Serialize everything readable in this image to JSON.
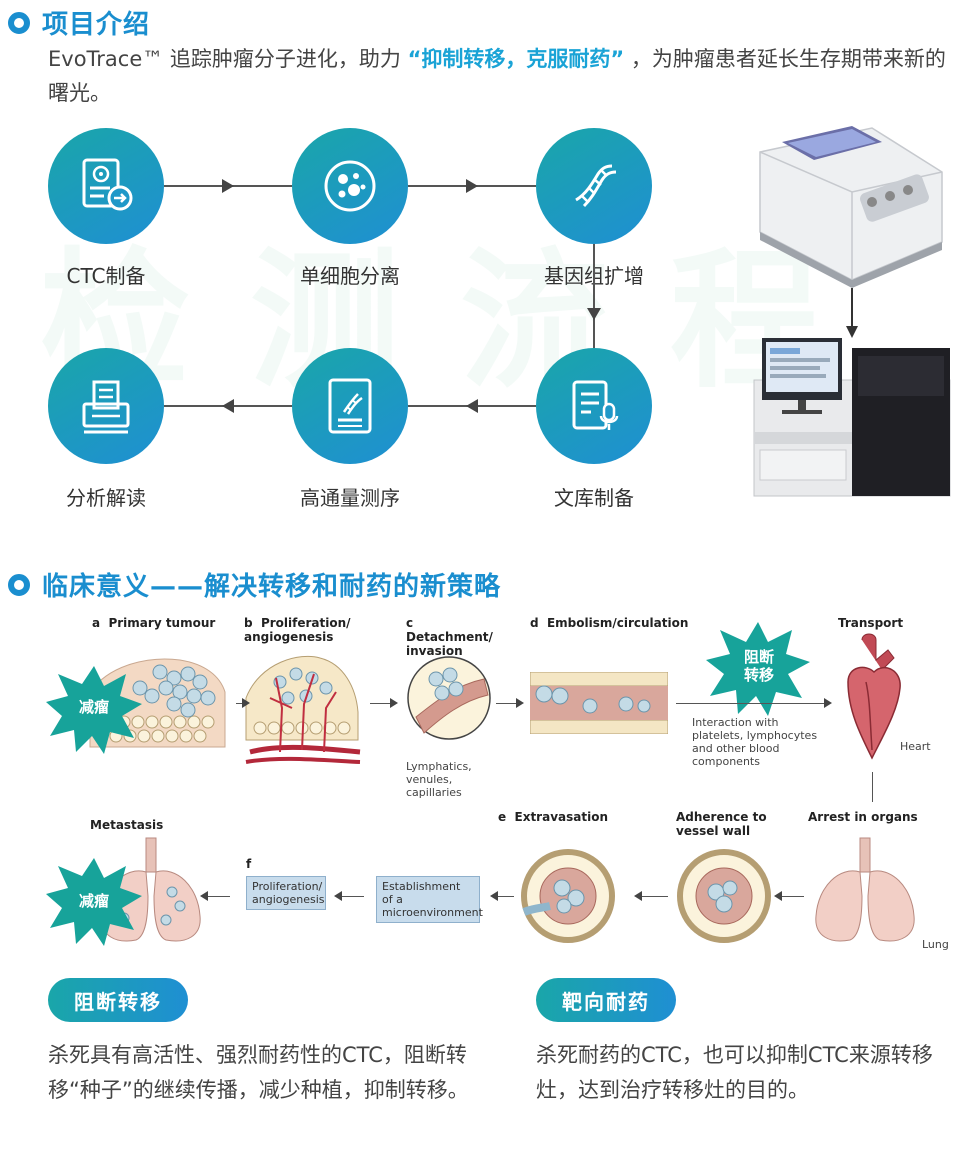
{
  "section1": {
    "title": "项目介绍",
    "intro_before": "EvoTrace™ 追踪肿瘤分子进化，助力",
    "intro_highlight": "“抑制转移，克服耐药”",
    "intro_after": "，为肿瘤患者延长生存期带来新的曙光。",
    "watermark": "检测流程",
    "steps": [
      "CTC制备",
      "单细胞分离",
      "基因组扩增",
      "文库制备",
      "高通量测序",
      "分析解读"
    ]
  },
  "section2": {
    "title": "临床意义——解决转移和耐药的新策略",
    "diagram": {
      "a": "a",
      "a_label": "Primary tumour",
      "b": "b",
      "b_label": "Proliferation/ angiogenesis",
      "c": "c",
      "c_label": "Detachment/ invasion",
      "c_note": "Lymphatics, venules, capillaries",
      "d": "d",
      "d_label": "Embolism/circulation",
      "d_note": "Interaction with platelets, lymphocytes and other blood components",
      "transport": "Transport",
      "heart": "Heart",
      "arrest": "Arrest in organs",
      "lung": "Lung",
      "adherence": "Adherence to vessel wall",
      "e": "e",
      "e_label": "Extravasation",
      "micro": "Establishment of a microenvironment",
      "f": "f",
      "f_label": "Proliferation/ angiogenesis",
      "metastasis": "Metastasis",
      "burst_reduce_1": "减瘤",
      "burst_reduce_2": "减瘤",
      "burst_block": "阻断转移"
    },
    "pill_left": "阻断转移",
    "pill_right": "靶向耐药",
    "para_left": "杀死具有高活性、强烈耐药性的CTC，阻断转移“种子”的继续传播，减少种植，抑制转移。",
    "para_right": "杀死耐药的CTC，也可以抑制CTC来源转移灶，达到治疗转移灶的目的。"
  },
  "colors": {
    "accent": "#1a8ecf",
    "highlight": "#1aa3d6",
    "teal": "#1aa6a9"
  }
}
